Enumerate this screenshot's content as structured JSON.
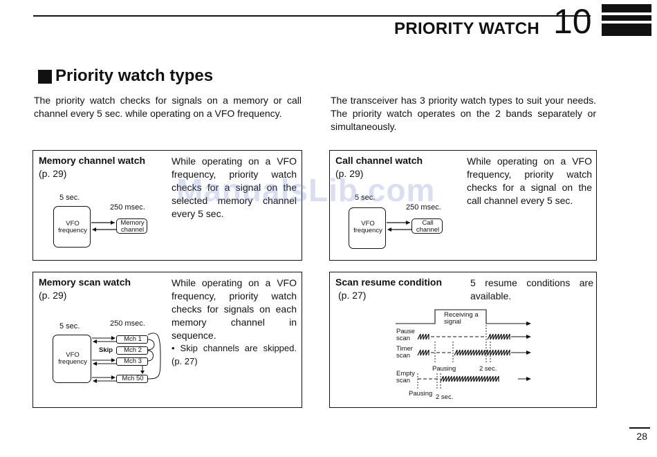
{
  "header": {
    "chapter_title": "PRIORITY WATCH",
    "chapter_number": "10"
  },
  "section": {
    "title": "Priority watch types"
  },
  "intro": {
    "left": "The priority watch checks for signals on a memory or call channel every 5 sec. while operating on a VFO frequency.",
    "right": "The transceiver has 3 priority watch types to suit your needs. The priority watch operates on the 2 bands separately or simultaneously."
  },
  "boxes": {
    "memory_channel": {
      "title": "Memory channel watch",
      "page_ref": "(p. 29)",
      "description": "While operating on a VFO frequency, priority watch checks for a signal on the selected memory channel every 5 sec.",
      "diagram": {
        "interval": "5 sec.",
        "duration": "250 msec.",
        "vfo": "VFO frequency",
        "target": "Memory channel"
      }
    },
    "call_channel": {
      "title": "Call channel watch",
      "page_ref": "(p. 29)",
      "description": "While operating on a VFO frequency, priority watch checks for a signal on the call channel every 5 sec.",
      "diagram": {
        "interval": "5 sec.",
        "duration": "250 msec.",
        "vfo": "VFO frequency",
        "target": "Call channel"
      }
    },
    "memory_scan": {
      "title": "Memory scan watch",
      "page_ref": "(p. 29)",
      "description": "While operating on a VFO frequency, priority watch checks for signals on each memory channel in sequence.",
      "note": "• Skip channels are skipped. (p. 27)",
      "diagram": {
        "interval": "5 sec.",
        "duration": "250 msec.",
        "vfo": "VFO frequency",
        "skip": "Skip",
        "channels": [
          "Mch 1",
          "Mch 2",
          "Mch 3",
          "Mch 50"
        ]
      }
    },
    "scan_resume": {
      "title": "Scan resume condition",
      "page_ref": "(p. 27)",
      "description": "5 resume conditions are available.",
      "diagram": {
        "receiving": "Receiving a signal",
        "pause_scan": "Pause scan",
        "timer_scan": "Timer scan",
        "empty_scan": "Empty scan",
        "pausing": "Pausing",
        "two_sec": "2 sec."
      }
    }
  },
  "watermark": "ManualsLib.com",
  "footer": {
    "page_number": "28"
  }
}
